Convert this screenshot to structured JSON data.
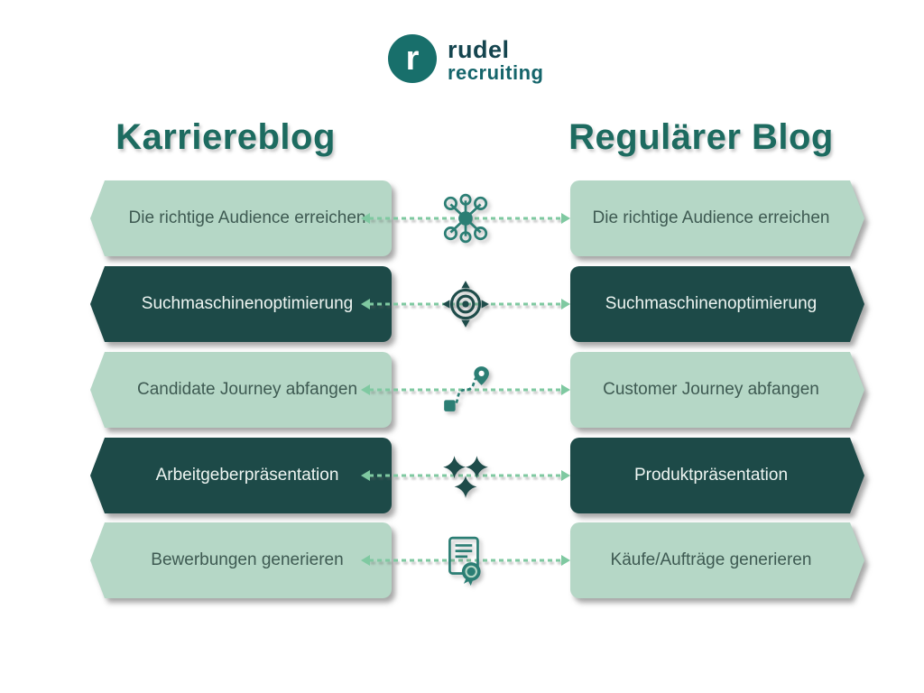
{
  "logo": {
    "mark": "r",
    "name_line1": "rudel",
    "name_line2": "recruiting"
  },
  "columns": {
    "left": {
      "title": "Karriereblog"
    },
    "right": {
      "title": "Regulärer Blog"
    }
  },
  "rows": [
    {
      "left": "Die richtige Audience erreichen",
      "right": "Die richtige Audience erreichen",
      "variant": "light",
      "icon": "audience-network-icon"
    },
    {
      "left": "Suchmaschinenoptimierung",
      "right": "Suchmaschinenoptimierung",
      "variant": "dark",
      "icon": "seo-target-icon"
    },
    {
      "left": "Candidate Journey abfangen",
      "right": "Customer Journey abfangen",
      "variant": "light",
      "icon": "journey-path-icon"
    },
    {
      "left": "Arbeitgeberpräsentation",
      "right": "Produktpräsentation",
      "variant": "dark",
      "icon": "presentation-sparkles-icon"
    },
    {
      "left": "Bewerbungen generieren",
      "right": "Käufe/Aufträge generieren",
      "variant": "light",
      "icon": "contract-seal-icon"
    }
  ],
  "colors": {
    "background": "#ffffff",
    "title_teal": "#1d6b60",
    "dark_box": "#1d4a48",
    "light_box": "#b5d7c6",
    "light_box_text": "#3e5a52",
    "dark_box_text": "#eef5f2",
    "connector_green": "#7fc9a1",
    "icon_teal": "#2b7e74",
    "logo_circle": "#186f6b"
  }
}
